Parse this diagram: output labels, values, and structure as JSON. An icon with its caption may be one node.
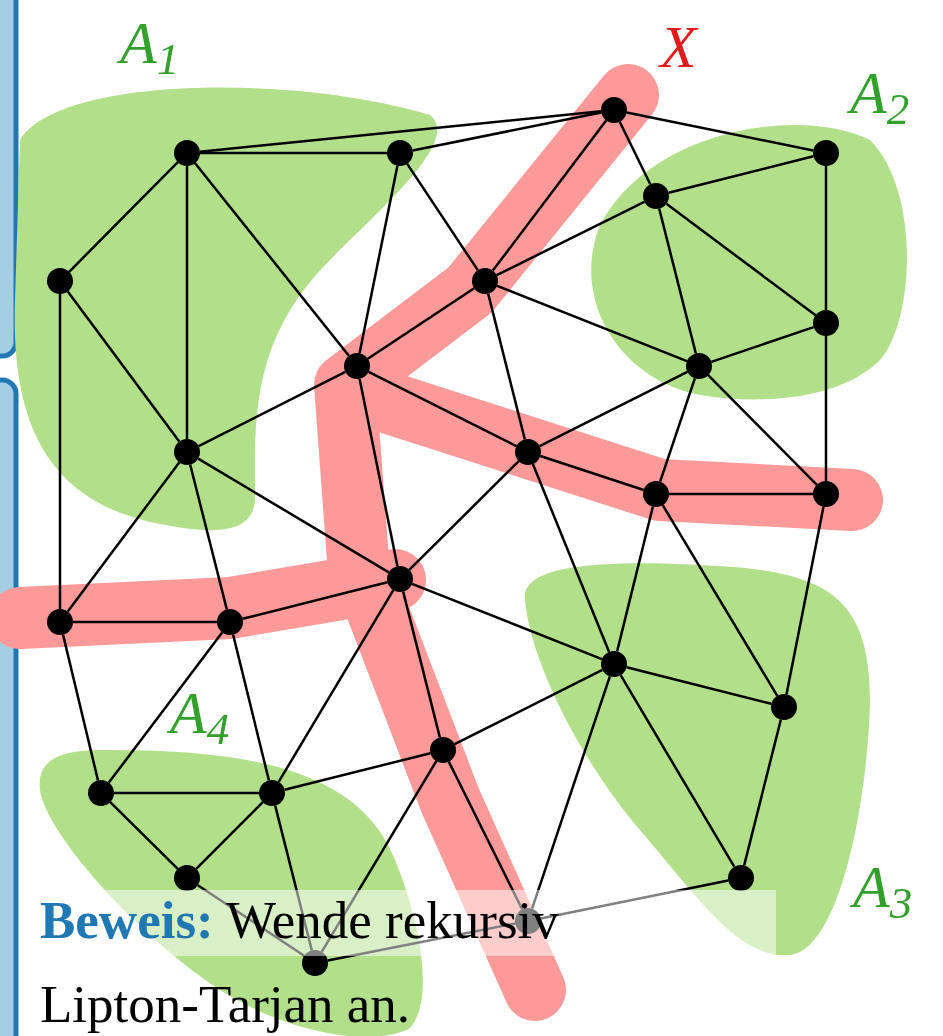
{
  "diagram": {
    "nodes": [
      {
        "text": [],
        "shape": "circle"
      },
      {
        "text": [],
        "shape": "circle"
      },
      {
        "text": [],
        "shape": "circle"
      },
      {
        "text": [],
        "shape": "circle"
      },
      {
        "text": [],
        "shape": "circle"
      },
      {
        "text": [],
        "shape": "circle"
      },
      {
        "text": [],
        "shape": "circle"
      },
      {
        "text": [],
        "shape": "circle"
      },
      {
        "text": [],
        "shape": "circle"
      },
      {
        "text": [],
        "shape": "circle"
      },
      {
        "text": [],
        "shape": "circle"
      },
      {
        "text": [],
        "shape": "circle"
      },
      {
        "text": [],
        "shape": "circle"
      },
      {
        "text": [],
        "shape": "circle"
      },
      {
        "text": [],
        "shape": "circle"
      },
      {
        "text": [],
        "shape": "circle"
      },
      {
        "text": [],
        "shape": "circle"
      },
      {
        "text": [],
        "shape": "circle"
      },
      {
        "text": [],
        "shape": "circle"
      },
      {
        "text": [],
        "shape": "circle"
      },
      {
        "text": [],
        "shape": "circle"
      },
      {
        "text": [],
        "shape": "circle"
      },
      {
        "text": [],
        "shape": "circle"
      },
      {
        "text": [],
        "shape": "circle"
      },
      {
        "text": [],
        "shape": "circle"
      },
      {
        "text": [],
        "shape": "circle"
      }
    ],
    "edges": [
      {
        "from": 0,
        "to": 1,
        "arrow": "none"
      },
      {
        "from": 0,
        "to": 2,
        "arrow": "none"
      },
      {
        "from": 1,
        "to": 2,
        "arrow": "none"
      },
      {
        "from": 0,
        "to": 5,
        "arrow": "none"
      },
      {
        "from": 0,
        "to": 10,
        "arrow": "none"
      },
      {
        "from": 0,
        "to": 8,
        "arrow": "none"
      },
      {
        "from": 1,
        "to": 8,
        "arrow": "none"
      },
      {
        "from": 1,
        "to": 6,
        "arrow": "none"
      },
      {
        "from": 2,
        "to": 6,
        "arrow": "none"
      },
      {
        "from": 2,
        "to": 3,
        "arrow": "none"
      },
      {
        "from": 2,
        "to": 4,
        "arrow": "none"
      },
      {
        "from": 4,
        "to": 3,
        "arrow": "none"
      },
      {
        "from": 6,
        "to": 4,
        "arrow": "none"
      },
      {
        "from": 5,
        "to": 10,
        "arrow": "none"
      },
      {
        "from": 5,
        "to": 15,
        "arrow": "none"
      },
      {
        "from": 6,
        "to": 8,
        "arrow": "none"
      },
      {
        "from": 6,
        "to": 9,
        "arrow": "none"
      },
      {
        "from": 6,
        "to": 11,
        "arrow": "none"
      },
      {
        "from": 4,
        "to": 9,
        "arrow": "none"
      },
      {
        "from": 4,
        "to": 7,
        "arrow": "none"
      },
      {
        "from": 3,
        "to": 7,
        "arrow": "none"
      },
      {
        "from": 7,
        "to": 9,
        "arrow": "none"
      },
      {
        "from": 7,
        "to": 13,
        "arrow": "none"
      },
      {
        "from": 8,
        "to": 10,
        "arrow": "none"
      },
      {
        "from": 8,
        "to": 11,
        "arrow": "none"
      },
      {
        "from": 8,
        "to": 14,
        "arrow": "none"
      },
      {
        "from": 9,
        "to": 11,
        "arrow": "none"
      },
      {
        "from": 9,
        "to": 12,
        "arrow": "none"
      },
      {
        "from": 9,
        "to": 13,
        "arrow": "none"
      },
      {
        "from": 10,
        "to": 15,
        "arrow": "none"
      },
      {
        "from": 10,
        "to": 16,
        "arrow": "none"
      },
      {
        "from": 10,
        "to": 14,
        "arrow": "none"
      },
      {
        "from": 11,
        "to": 12,
        "arrow": "none"
      },
      {
        "from": 11,
        "to": 14,
        "arrow": "none"
      },
      {
        "from": 11,
        "to": 17,
        "arrow": "none"
      },
      {
        "from": 12,
        "to": 13,
        "arrow": "none"
      },
      {
        "from": 12,
        "to": 17,
        "arrow": "none"
      },
      {
        "from": 12,
        "to": 18,
        "arrow": "none"
      },
      {
        "from": 13,
        "to": 18,
        "arrow": "none"
      },
      {
        "from": 15,
        "to": 16,
        "arrow": "none"
      },
      {
        "from": 16,
        "to": 14,
        "arrow": "none"
      },
      {
        "from": 14,
        "to": 17,
        "arrow": "none"
      },
      {
        "from": 14,
        "to": 19,
        "arrow": "none"
      },
      {
        "from": 14,
        "to": 21,
        "arrow": "none"
      },
      {
        "from": 15,
        "to": 20,
        "arrow": "none"
      },
      {
        "from": 16,
        "to": 20,
        "arrow": "none"
      },
      {
        "from": 16,
        "to": 21,
        "arrow": "none"
      },
      {
        "from": 17,
        "to": 18,
        "arrow": "none"
      },
      {
        "from": 17,
        "to": 19,
        "arrow": "none"
      },
      {
        "from": 17,
        "to": 23,
        "arrow": "none"
      },
      {
        "from": 17,
        "to": 24,
        "arrow": "none"
      },
      {
        "from": 18,
        "to": 24,
        "arrow": "none"
      },
      {
        "from": 19,
        "to": 21,
        "arrow": "none"
      },
      {
        "from": 19,
        "to": 23,
        "arrow": "none"
      },
      {
        "from": 19,
        "to": 25,
        "arrow": "none"
      },
      {
        "from": 20,
        "to": 21,
        "arrow": "none"
      },
      {
        "from": 20,
        "to": 22,
        "arrow": "none"
      },
      {
        "from": 21,
        "to": 22,
        "arrow": "none"
      },
      {
        "from": 21,
        "to": 25,
        "arrow": "none"
      },
      {
        "from": 22,
        "to": 25,
        "arrow": "none"
      },
      {
        "from": 24,
        "to": 23,
        "arrow": "none"
      },
      {
        "from": 23,
        "to": 25,
        "arrow": "none"
      }
    ],
    "labels": [
      "A$_{1}$",
      "X",
      "A$_{2}$",
      "A$_{4}$",
      "A$_{3}$",
      "**Beweis:** Wende rekursiv Lipton-Tarjan an."
    ]
  }
}
